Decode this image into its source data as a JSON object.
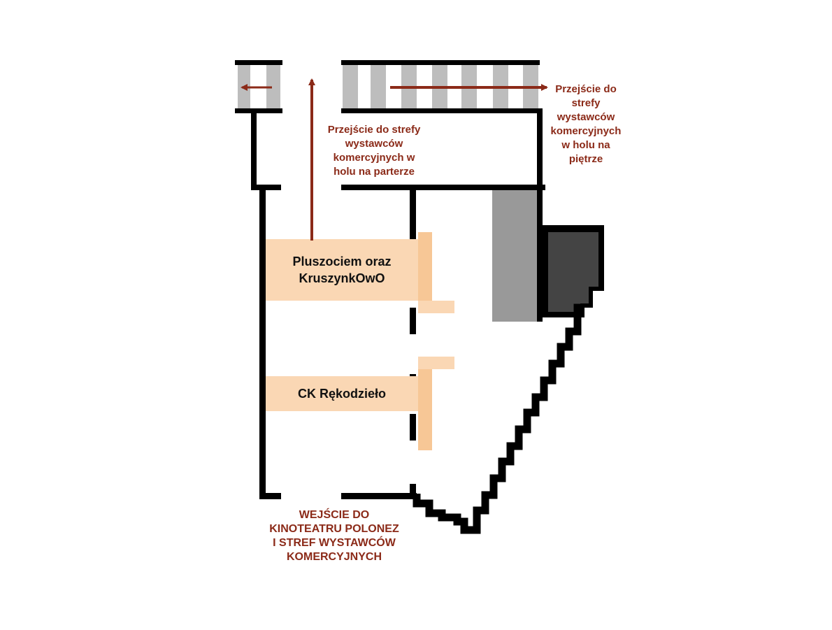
{
  "colors": {
    "wall": "#000000",
    "arrow": "#8b2a18",
    "booth": "#fad7b4",
    "booth_edge": "#f7c796",
    "stripe_light": "#bdbdbd",
    "stage_gray": "#999999",
    "dark_room": "#444444"
  },
  "labels": {
    "ground_floor_passage": [
      "Przejście do strefy",
      "wystawców",
      "komercyjnych w",
      "holu na parterze"
    ],
    "first_floor_passage": [
      "Przejście do",
      "strefy",
      "wystawców",
      "komercyjnych",
      "w holu na",
      "piętrze"
    ],
    "booth_1": [
      "Pluszociem oraz",
      "KruszynkOwO"
    ],
    "booth_2": [
      "CK Rękodzieło"
    ],
    "entrance": [
      "WEJŚCIE DO",
      "KINOTEATRU POLONEZ",
      "I STREF WYSTAWCÓW",
      "KOMERCYJNYCH"
    ]
  },
  "icons": [
    "arrow-left-icon",
    "arrow-up-icon",
    "arrow-right-icon"
  ]
}
